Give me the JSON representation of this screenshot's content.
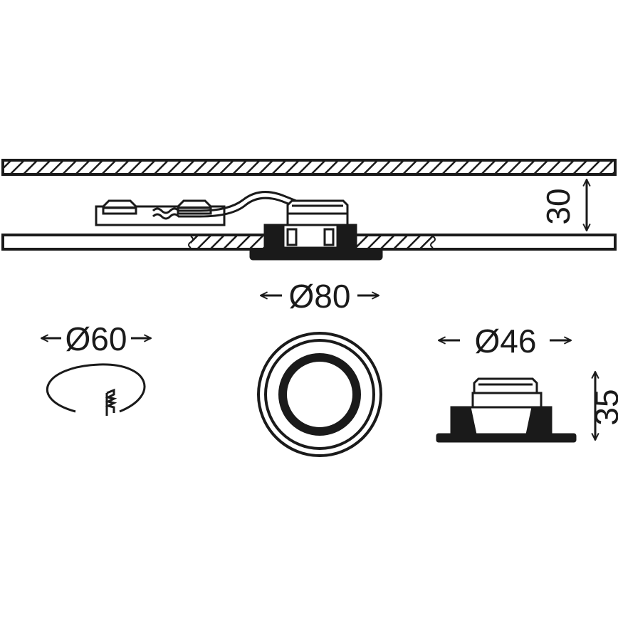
{
  "colors": {
    "ink": "#1a1a1a",
    "paper": "#ffffff"
  },
  "dimensions": {
    "ceiling_depth": "30",
    "cutout_diameter": "Ø60",
    "outer_diameter": "Ø80",
    "lamp_diameter": "Ø46",
    "lamp_height": "35"
  }
}
